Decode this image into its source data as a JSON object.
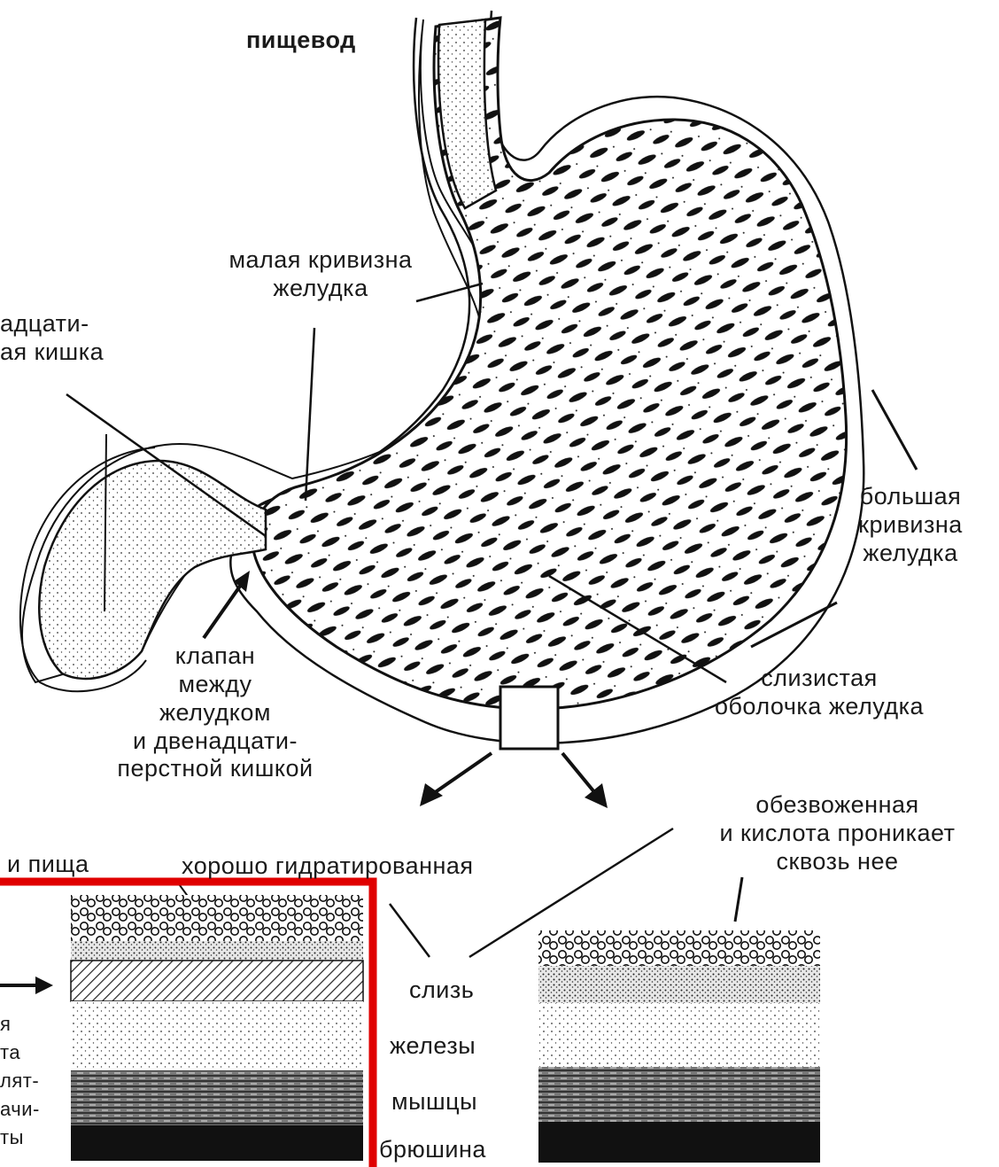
{
  "labels": {
    "esophagus": "пищевод",
    "lesser_curvature": "малая кривизна\nжелудка",
    "duodenum": "адцати-\nая кишка",
    "greater_curvature": "большая\nкривизна\nжелудка",
    "mucosa": "слизистая\nоболочка желудка",
    "valve": "клапан\nмежду\nжелудком\nи двенадцати-\nперстной кишкой",
    "dehydrated": "обезвоженная\nи кислота проникает\nсквозь нее",
    "food": "и пища",
    "hydrated": "хорошо гидратированная",
    "mucus": "слизь",
    "glands": "железы",
    "muscles": "мышцы",
    "peritoneum": "брюшина",
    "left_cut": "я\nта\nлят-\nачи-\nты"
  },
  "colors": {
    "outline": "#111111",
    "highlight": "#e00000",
    "background": "#ffffff"
  }
}
